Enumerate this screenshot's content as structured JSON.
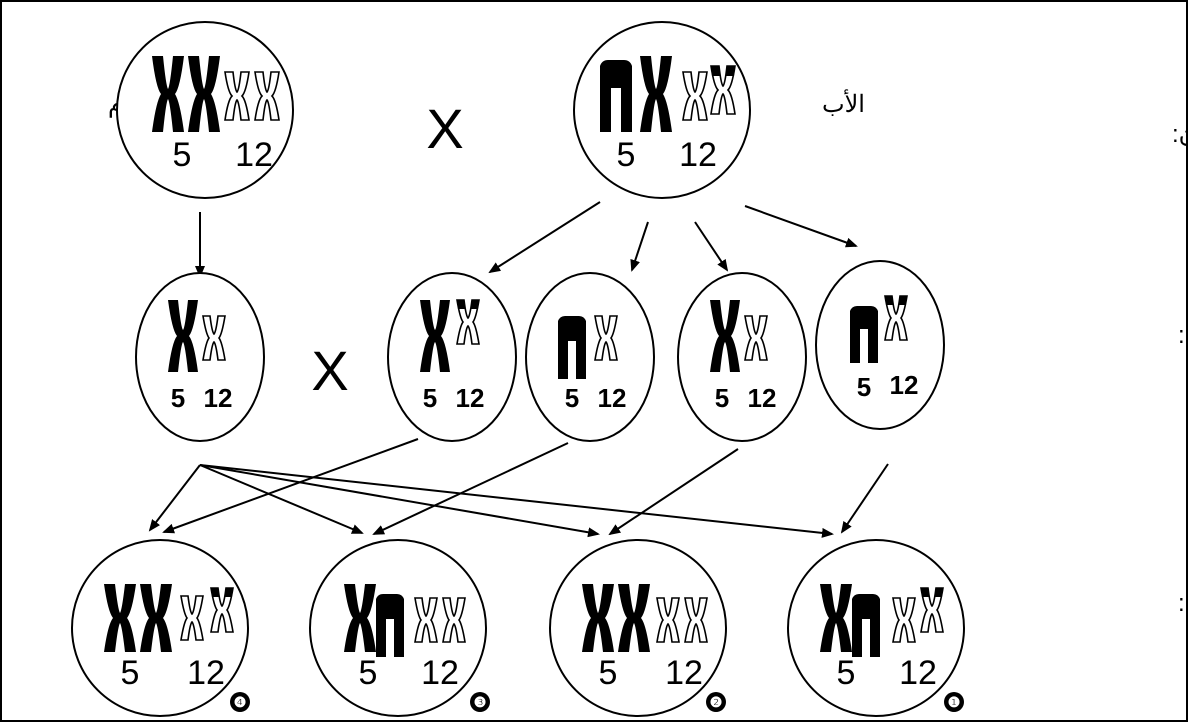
{
  "labels": {
    "parents": "الأبوان:",
    "mother": "الأم",
    "father": "الأب",
    "gametes": "الأمشاج الممكنة:",
    "offspring": "الخلف النظري:"
  },
  "cross_symbol": "X",
  "chromosome_numbers": {
    "a": "5",
    "b": "12"
  },
  "offspring_badges": [
    "❹",
    "❸",
    "❷",
    "❶"
  ],
  "colors": {
    "ink": "#000000",
    "background": "#ffffff"
  }
}
